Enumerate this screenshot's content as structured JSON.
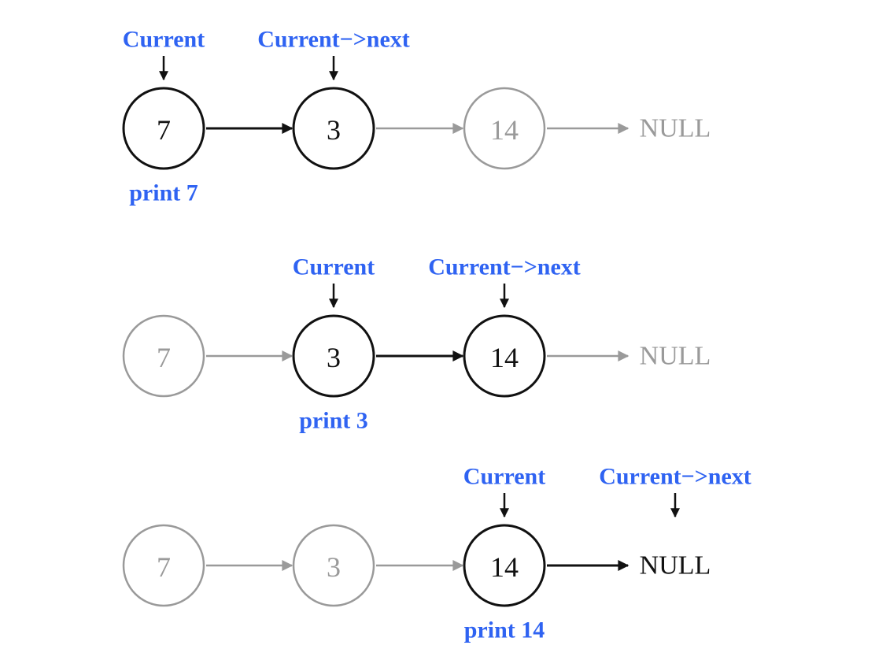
{
  "colors": {
    "active": "#111111",
    "inactive": "#9a9a9a",
    "label": "#2f63f2",
    "background": "#ffffff"
  },
  "rows": [
    {
      "nodes": [
        {
          "value": "7",
          "active": true
        },
        {
          "value": "3",
          "active": true
        },
        {
          "value": "14",
          "active": false
        }
      ],
      "arrows": [
        true,
        false,
        false
      ],
      "null_label": "NULL",
      "null_active": false,
      "current_label": "Current",
      "current_index": 0,
      "next_label": "Current−>next",
      "next_index": 1,
      "print_label": "print 7"
    },
    {
      "nodes": [
        {
          "value": "7",
          "active": false
        },
        {
          "value": "3",
          "active": true
        },
        {
          "value": "14",
          "active": true
        }
      ],
      "arrows": [
        false,
        true,
        false
      ],
      "null_label": "NULL",
      "null_active": false,
      "current_label": "Current",
      "current_index": 1,
      "next_label": "Current−>next",
      "next_index": 2,
      "print_label": "print 3"
    },
    {
      "nodes": [
        {
          "value": "7",
          "active": false
        },
        {
          "value": "3",
          "active": false
        },
        {
          "value": "14",
          "active": true
        }
      ],
      "arrows": [
        false,
        false,
        true
      ],
      "null_label": "NULL",
      "null_active": true,
      "current_label": "Current",
      "current_index": 2,
      "next_label": "Current−>next",
      "next_index": 3,
      "print_label": "print 14"
    }
  ]
}
